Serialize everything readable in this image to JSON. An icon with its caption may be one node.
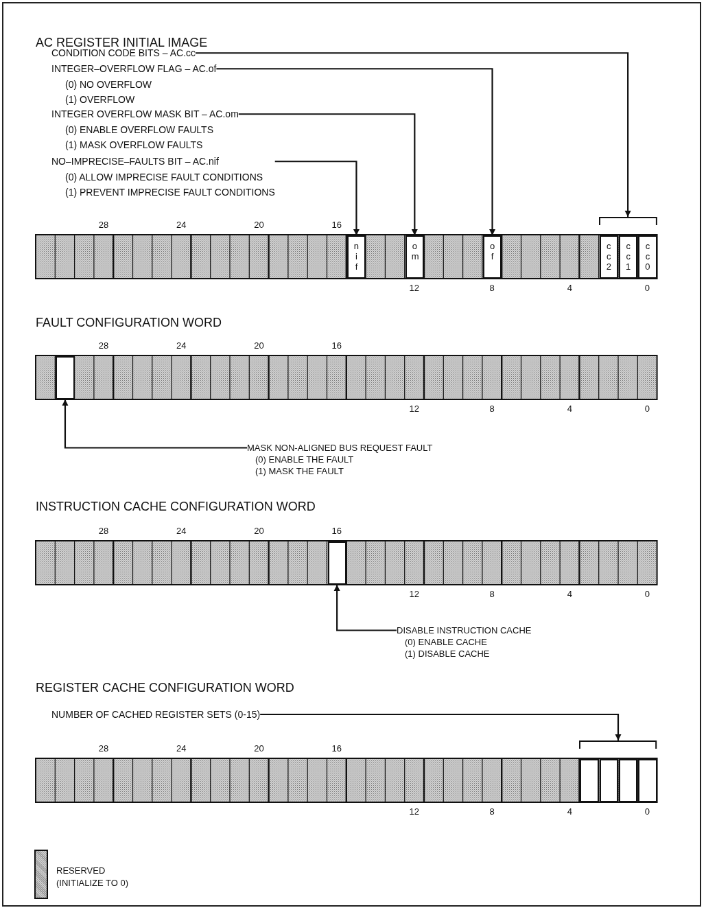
{
  "diagram": {
    "nodes": [
      {
        "text": [],
        "shape": "bar",
        "beside": [
          "28",
          "24",
          "20",
          "16",
          "12",
          "8",
          "4",
          "0"
        ]
      },
      {
        "text": [
          "CONDITION CODE BITS – AC.cc"
        ]
      },
      {
        "text": [
          "INTEGER–OVERFLOW FLAG – AC.of",
          "(0) NO OVERFLOW",
          "(1) OVERFLOW"
        ]
      },
      {
        "text": [
          "INTEGER OVERFLOW MASK BIT – AC.om",
          "(0) ENABLE OVERFLOW FAULTS",
          "(1) MASK OVERFLOW FAULTS"
        ]
      },
      {
        "text": [
          "NO–IMPRECISE–FAULTS BIT – AC.nif",
          "(0) ALLOW IMPRECISE FAULT CONDITIONS",
          "(1) PREVENT IMPRECISE FAULT CONDITIONS"
        ]
      },
      {
        "text": [
          "n i f"
        ],
        "in": 0
      },
      {
        "text": [
          "o m"
        ],
        "in": 0
      },
      {
        "text": [
          "o f"
        ],
        "in": 0
      },
      {
        "text": [],
        "shape": "bracket"
      },
      {
        "text": [
          "c c 2"
        ],
        "in": 0
      },
      {
        "text": [
          "c c 1"
        ],
        "in": 0
      },
      {
        "text": [
          "c c 0"
        ],
        "in": 0
      },
      {
        "text": [],
        "shape": "bar",
        "beside": [
          "28",
          "24",
          "20",
          "16",
          "12",
          "8",
          "4",
          "0"
        ]
      },
      {
        "text": [],
        "shape": "box",
        "in": 12
      },
      {
        "text": [
          "MASK NON-ALIGNED BUS REQUEST FAULT",
          "(0) ENABLE THE FAULT",
          "(1) MASK THE FAULT"
        ]
      },
      {
        "text": [],
        "shape": "bar",
        "beside": [
          "28",
          "24",
          "20",
          "16",
          "12",
          "8",
          "4",
          "0"
        ]
      },
      {
        "text": [],
        "shape": "box",
        "in": 15
      },
      {
        "text": [
          "DISABLE INSTRUCTION CACHE",
          "(0) ENABLE CACHE",
          "(1) DISABLE CACHE"
        ]
      },
      {
        "text": [],
        "shape": "bar",
        "beside": [
          "28",
          "24",
          "20",
          "16",
          "12",
          "8",
          "4",
          "0"
        ]
      },
      {
        "text": [
          "NUMBER OF CACHED REGISTER SETS (0-15)"
        ]
      },
      {
        "text": [],
        "shape": "bracket"
      },
      {
        "text": [],
        "shape": "box",
        "in": 18
      },
      {
        "text": [],
        "shape": "box",
        "in": 18
      },
      {
        "text": [],
        "shape": "box",
        "in": 18
      },
      {
        "text": [],
        "shape": "box",
        "in": 18
      }
    ],
    "edges": [
      {
        "from": 1,
        "to": 8,
        "arrow": "to"
      },
      {
        "from": 2,
        "to": 7,
        "arrow": "to"
      },
      {
        "from": 3,
        "to": 6,
        "arrow": "to"
      },
      {
        "from": 4,
        "to": 5,
        "arrow": "to"
      },
      {
        "from": 14,
        "to": 13,
        "arrow": "to"
      },
      {
        "from": 17,
        "to": 16,
        "arrow": "to"
      },
      {
        "from": 19,
        "to": 20,
        "arrow": "to"
      }
    ],
    "labels": [
      "AC REGISTER INITIAL IMAGE",
      "FAULT CONFIGURATION WORD",
      "INSTRUCTION CACHE CONFIGURATION WORD",
      "REGISTER CACHE CONFIGURATION WORD"
    ],
    "legend": [
      {
        "text": "RESERVED (INITIALIZE TO 0)"
      }
    ]
  }
}
